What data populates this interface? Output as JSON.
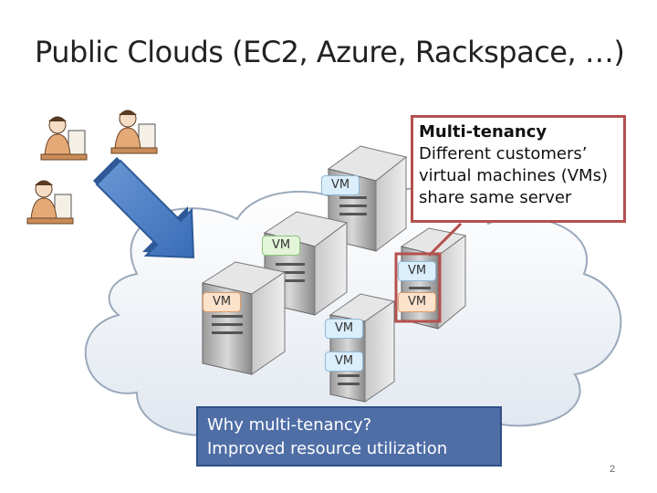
{
  "title": "Public Clouds (EC2, Azure, Rackspace, …)",
  "callout": {
    "heading": "Multi-tenancy",
    "lines": [
      "Different  customers’",
      "virtual machines (VMs)",
      "share same server"
    ]
  },
  "why_box": {
    "line1": "Why multi-tenancy?",
    "line2": "Improved resource utilization"
  },
  "vm_label": "VM",
  "slide_number": "2",
  "colors": {
    "vm_blue": "#dbeefb",
    "vm_green": "#e3f5d8",
    "vm_orange": "#fde2cc",
    "callout_border": "#b5504f",
    "why_box_fill": "#4f6ea6",
    "arrow": "#4a7cc0"
  }
}
